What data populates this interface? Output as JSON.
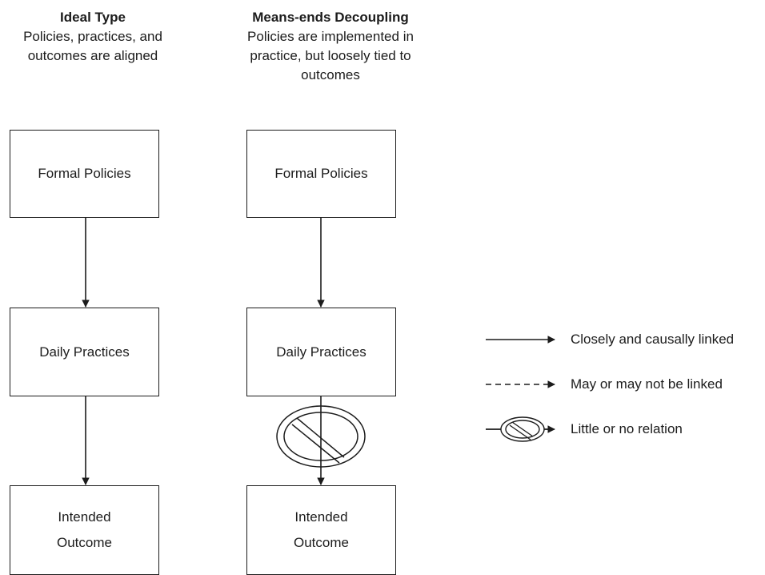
{
  "columns": [
    {
      "title": "Ideal Type",
      "subtitle": "Policies, practices, and\noutcomes are aligned",
      "boxes": [
        "Formal Policies",
        "Daily Practices",
        "Intended\nOutcome"
      ]
    },
    {
      "title": "Means-ends Decoupling",
      "subtitle": "Policies are implemented in\npractice, but loosely tied to\noutcomes",
      "boxes": [
        "Formal Policies",
        "Daily Practices",
        "Intended\nOutcome"
      ]
    }
  ],
  "legend": {
    "items": [
      {
        "icon": "solid-arrow-icon",
        "label": "Closely and causally linked"
      },
      {
        "icon": "dashed-arrow-icon",
        "label": "May or may not be linked"
      },
      {
        "icon": "no-symbol-arrow-icon",
        "label": "Little or no relation"
      }
    ]
  },
  "colors": {
    "stroke": "#1c1c1c",
    "background": "#ffffff"
  }
}
